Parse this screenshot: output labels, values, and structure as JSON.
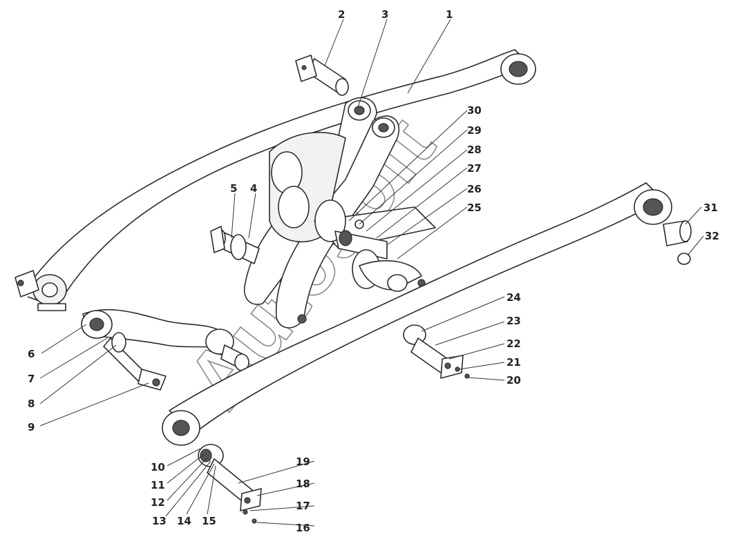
{
  "watermark": "Autosoft",
  "callouts": [
    {
      "id": "c1",
      "label": "1"
    },
    {
      "id": "c2",
      "label": "2"
    },
    {
      "id": "c3",
      "label": "3"
    },
    {
      "id": "c4",
      "label": "4"
    },
    {
      "id": "c5",
      "label": "5"
    },
    {
      "id": "c6",
      "label": "6"
    },
    {
      "id": "c7",
      "label": "7"
    },
    {
      "id": "c8",
      "label": "8"
    },
    {
      "id": "c9",
      "label": "9"
    },
    {
      "id": "c10",
      "label": "10"
    },
    {
      "id": "c11",
      "label": "11"
    },
    {
      "id": "c12",
      "label": "12"
    },
    {
      "id": "c13",
      "label": "13"
    },
    {
      "id": "c14",
      "label": "14"
    },
    {
      "id": "c15",
      "label": "15"
    },
    {
      "id": "c16",
      "label": "16"
    },
    {
      "id": "c17",
      "label": "17"
    },
    {
      "id": "c18",
      "label": "18"
    },
    {
      "id": "c19",
      "label": "19"
    },
    {
      "id": "c20",
      "label": "20"
    },
    {
      "id": "c21",
      "label": "21"
    },
    {
      "id": "c22",
      "label": "22"
    },
    {
      "id": "c23",
      "label": "23"
    },
    {
      "id": "c24",
      "label": "24"
    },
    {
      "id": "c25",
      "label": "25"
    },
    {
      "id": "c26",
      "label": "26"
    },
    {
      "id": "c27",
      "label": "27"
    },
    {
      "id": "c28",
      "label": "28"
    },
    {
      "id": "c29",
      "label": "29"
    },
    {
      "id": "c30",
      "label": "30"
    },
    {
      "id": "c31",
      "label": "31"
    },
    {
      "id": "c32",
      "label": "32"
    }
  ]
}
